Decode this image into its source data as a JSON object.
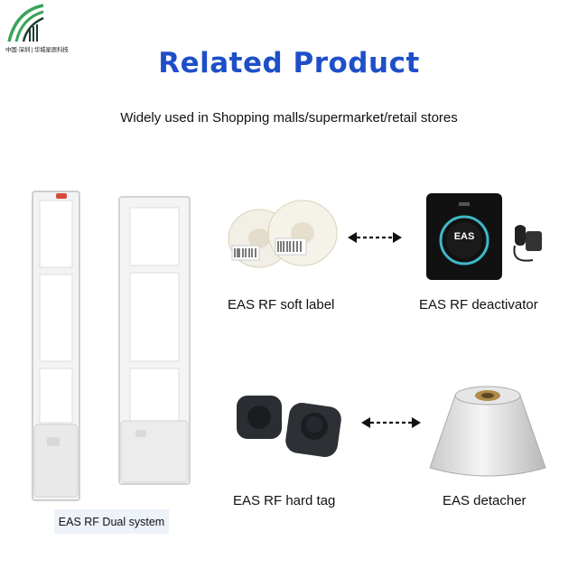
{
  "logo": {
    "text": "中国·深圳 | 华城星辰科技"
  },
  "heading": {
    "title": "Related  Product",
    "subtitle": "Widely used in Shopping malls/supermarket/retail stores"
  },
  "products": {
    "dual_system": "EAS RF Dual system",
    "soft_label": "EAS RF soft label",
    "deactivator": "EAS RF deactivator",
    "deactivator_text": "EAS",
    "hard_tag": "EAS RF hard tag",
    "detacher": "EAS detacher"
  },
  "colors": {
    "title": "#1f4fc8",
    "logo_green": "#3aa35a",
    "logo_dark": "#1d3d2a"
  }
}
